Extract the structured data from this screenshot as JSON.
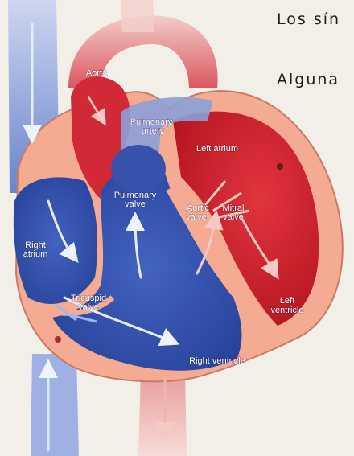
{
  "captions": {
    "line1": "Los sín",
    "line2": "Alguna"
  },
  "labels": {
    "aorta": "Aorta",
    "pulmonary_artery_1": "Pulmonary",
    "pulmonary_artery_2": "artery",
    "left_atrium": "Left atrium",
    "pulmonary_valve_1": "Pulmonary",
    "pulmonary_valve_2": "valve",
    "aortic_valve_1": "Aortic",
    "aortic_valve_2": "valve",
    "mitral_valve_1": "Mitral",
    "mitral_valve_2": "valve",
    "right_atrium_1": "Right",
    "right_atrium_2": "atrium",
    "tricuspid_valve_1": "Tricuspid",
    "tricuspid_valve_2": "valve",
    "left_ventricle_1": "Left",
    "left_ventricle_2": "ventricle",
    "right_ventricle": "Right ventricle"
  },
  "colors": {
    "background": "#f2efe9",
    "oxygenated": "#d8283a",
    "deoxygenated": "#3b5bb8",
    "muscle": "#f2a58c"
  }
}
